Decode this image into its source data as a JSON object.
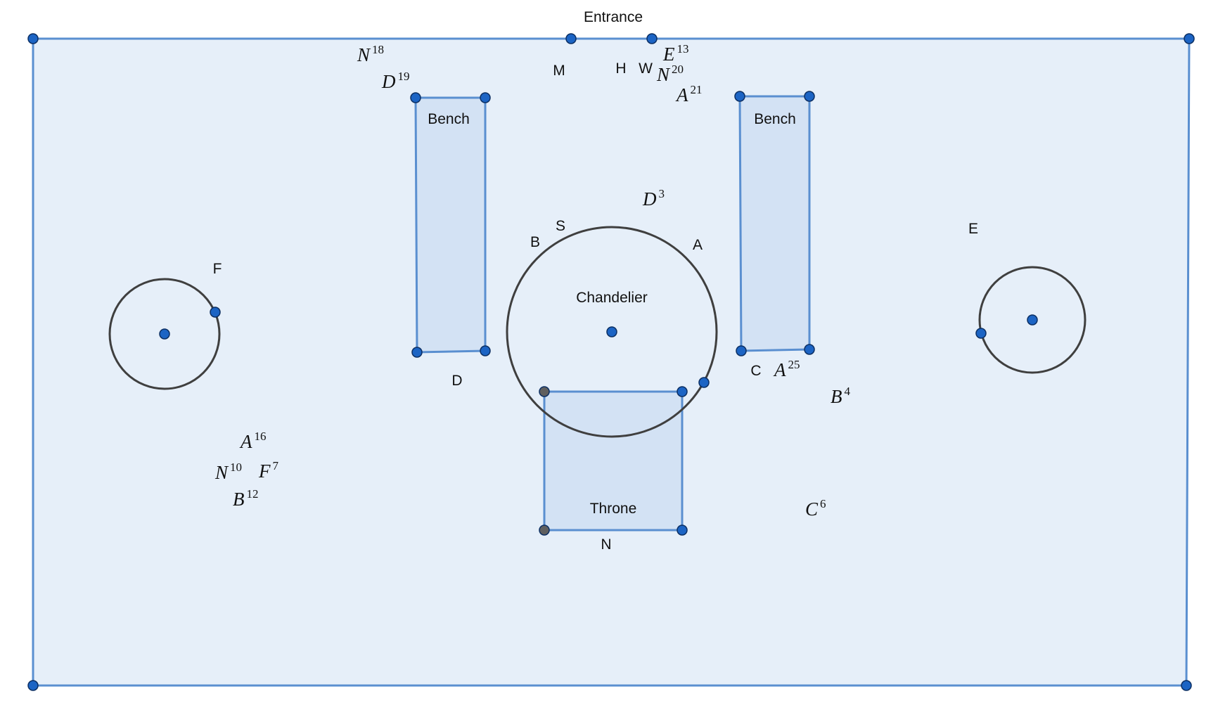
{
  "colors": {
    "region_fill": "#e6eff9",
    "region_stroke": "#5a8fd0",
    "shape_fill": "#d3e2f4",
    "point_fill": "#1c64c4",
    "point_stroke": "#0c2f63",
    "gray_point": "#5f5f5f",
    "circle_stroke": "#3f3f3f"
  },
  "labels": {
    "entrance": "Entrance",
    "bench_left": "Bench",
    "bench_right": "Bench",
    "chandelier": "Chandelier",
    "throne": "Throne",
    "m": "M",
    "h": "H",
    "w": "W",
    "s": "S",
    "b": "B",
    "a": "A",
    "f": "F",
    "d": "D",
    "c": "C",
    "e": "E",
    "n": "N"
  },
  "math_labels": {
    "n18": {
      "base": "N",
      "sup": "18"
    },
    "d19": {
      "base": "D",
      "sup": "19"
    },
    "e13": {
      "base": "E",
      "sup": "13"
    },
    "n20": {
      "base": "N",
      "sup": "20"
    },
    "a21": {
      "base": "A",
      "sup": "21"
    },
    "d3": {
      "base": "D",
      "sup": "3"
    },
    "a25": {
      "base": "A",
      "sup": "25"
    },
    "b4": {
      "base": "B",
      "sup": "4"
    },
    "a16": {
      "base": "A",
      "sup": "16"
    },
    "n10": {
      "base": "N",
      "sup": "10"
    },
    "f7": {
      "base": "F",
      "sup": "7"
    },
    "b12": {
      "base": "B",
      "sup": "12"
    },
    "c6": {
      "base": "C",
      "sup": "6"
    }
  }
}
